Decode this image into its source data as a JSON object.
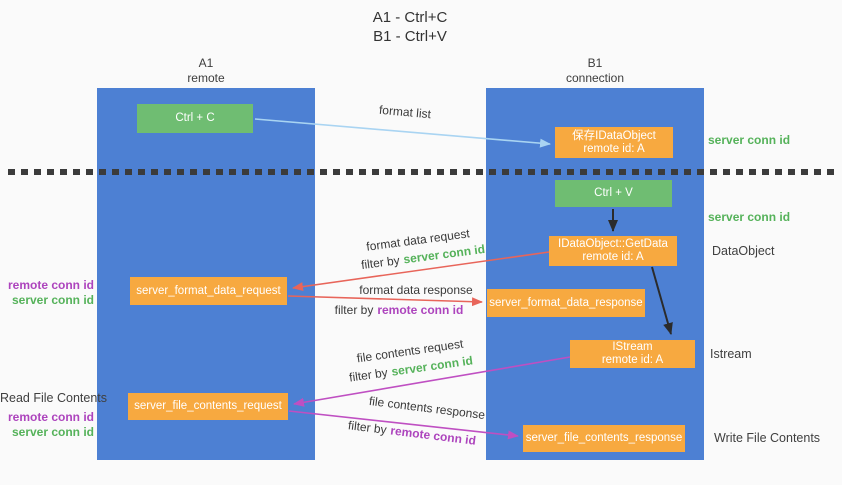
{
  "title": {
    "line1": "A1 - Ctrl+C",
    "line2": "B1 - Ctrl+V"
  },
  "lifelines": {
    "a1": {
      "name": "A1",
      "role": "remote"
    },
    "b1": {
      "name": "B1",
      "role": "connection"
    }
  },
  "nodes": {
    "ctrl_c": {
      "label": "Ctrl + C"
    },
    "ctrl_v": {
      "label": "Ctrl + V"
    },
    "save_idataobject": {
      "line1": "保存IDataObject",
      "line2": "remote id: A"
    },
    "getdata": {
      "line1": "IDataObject::GetData",
      "line2": "remote id: A"
    },
    "istream": {
      "line1": "IStream",
      "line2": "remote id: A"
    },
    "server_format_data_request": {
      "label": "server_format_data_request"
    },
    "server_format_data_response": {
      "label": "server_format_data_response"
    },
    "server_file_contents_request": {
      "label": "server_file_contents_request"
    },
    "server_file_contents_response": {
      "label": "server_file_contents_response"
    }
  },
  "edge_labels": {
    "format_list": "format list",
    "format_data_request": "format data request",
    "format_data_response": "format data response",
    "file_contents_request": "file contents request",
    "file_contents_response": "file contents response",
    "filter_by": "filter by"
  },
  "shared": {
    "server_conn_id": "server conn id",
    "remote_conn_id": "remote conn id"
  },
  "annotations": {
    "left": {
      "read_file_contents": "Read File Contents"
    },
    "right": {
      "dataobject": "DataObject",
      "istream": "Istream",
      "write_file_contents": "Write File Contents"
    }
  },
  "colors": {
    "background": "#fafafa",
    "column_fill": "#4d80d3",
    "green_box": "#6fbd72",
    "orange_box": "#f7a940",
    "green_text": "#55b25a",
    "purple_text": "#ad44bd",
    "dark_text": "#3a3a3a",
    "blue_arrow": "#a9d4f2",
    "red_arrow": "#e8655a",
    "magenta_arrow": "#bf4fc2",
    "black_arrow": "#2b2b2b",
    "dashed_line": "#3b3b3b"
  }
}
